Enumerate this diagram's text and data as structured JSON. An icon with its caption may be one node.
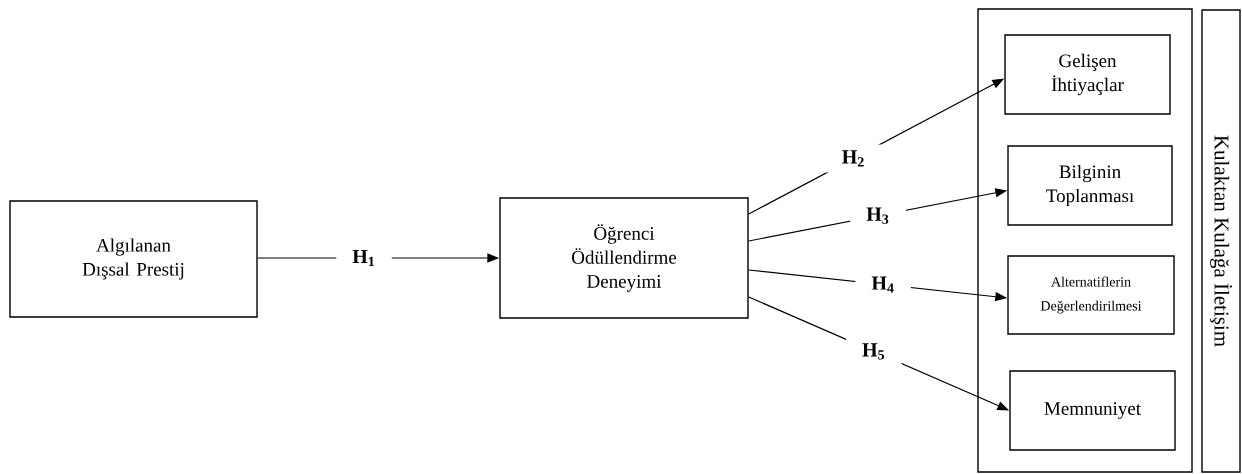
{
  "diagram": {
    "nodes": [
      {
        "text": [
          "Algılanan Dışsal Prestij"
        ]
      },
      {
        "text": [
          "Öğrenci Ödüllendirme Deneyimi"
        ]
      },
      {
        "text": [],
        "shape": "box"
      },
      {
        "text": [
          "Gelişen İhtiyaçlar"
        ],
        "in": 2
      },
      {
        "text": [
          "Bilginin Toplanması"
        ],
        "in": 2
      },
      {
        "text": [
          "Alternatiflerin Değerlendirilmesi"
        ],
        "in": 2
      },
      {
        "text": [
          "Memnuniyet"
        ],
        "in": 2
      },
      {
        "text": [
          "Kulaktan Kulağa İletişim"
        ]
      }
    ],
    "edges": [
      {
        "from": 0,
        "to": 1,
        "arrow": "to",
        "label": "H$_{1}$"
      },
      {
        "from": 1,
        "to": 3,
        "arrow": "to",
        "label": "H$_{2}$"
      },
      {
        "from": 1,
        "to": 4,
        "arrow": "to",
        "label": "H$_{3}$"
      },
      {
        "from": 1,
        "to": 5,
        "arrow": "to",
        "label": "H$_{4}$"
      },
      {
        "from": 1,
        "to": 6,
        "arrow": "to",
        "label": "H$_{5}$"
      }
    ]
  }
}
